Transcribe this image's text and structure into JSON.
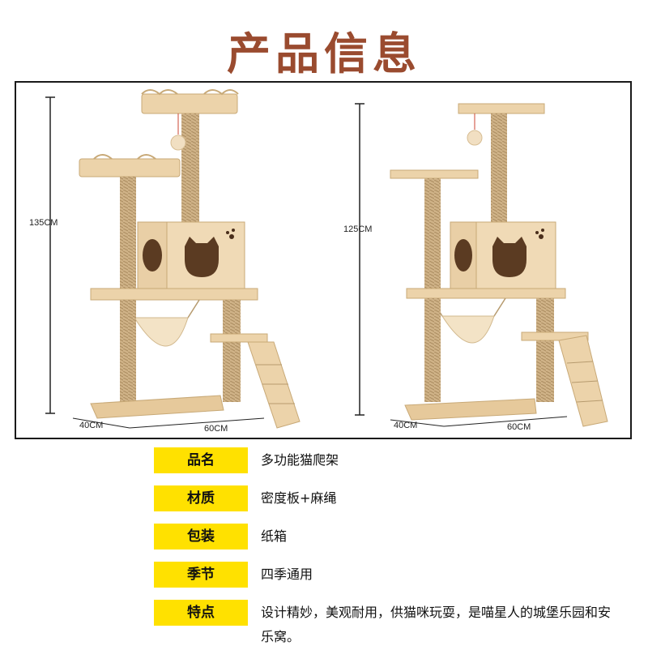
{
  "page_title": "产品信息",
  "dimensions": {
    "left_height": "135CM",
    "right_height": "125CM",
    "depth_left": "40CM",
    "width_left": "60CM",
    "depth_right": "40CM",
    "width_right": "60CM"
  },
  "specs": [
    {
      "label": "品名",
      "value": "多功能猫爬架"
    },
    {
      "label": "材质",
      "value": "密度板+麻绳"
    },
    {
      "label": "包装",
      "value": "纸箱"
    },
    {
      "label": "季节",
      "value": "四季通用"
    },
    {
      "label": "特点",
      "value": "设计精妙，美观耐用，供猫咪玩耍，是喵星人的城堡乐园和安乐窝。"
    }
  ],
  "colors": {
    "title": "#9a4b2f",
    "label_bg": "#ffe100",
    "wood": "#e9cfa6",
    "rope": "#c9ab7f"
  }
}
